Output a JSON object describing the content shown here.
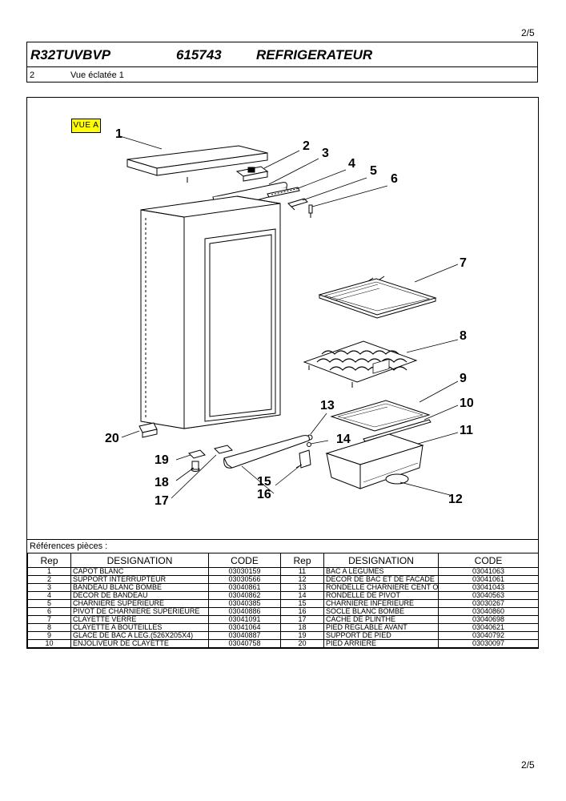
{
  "page": {
    "number_top": "2/5",
    "number_bottom": "2/5"
  },
  "header": {
    "model": "R32TUVBVP",
    "code": "615743",
    "product": "REFRIGERATEUR",
    "section_number": "2",
    "section_title": "Vue éclatée 1"
  },
  "diagram": {
    "view_label": "VUE A",
    "callouts": [
      "1",
      "2",
      "3",
      "4",
      "5",
      "6",
      "7",
      "8",
      "9",
      "10",
      "11",
      "12",
      "13",
      "14",
      "15",
      "16",
      "17",
      "18",
      "19",
      "20"
    ]
  },
  "references": {
    "title": "Références pièces  :",
    "headers": [
      "Rep",
      "DESIGNATION",
      "CODE",
      "Rep",
      "DESIGNATION",
      "CODE"
    ],
    "rows": [
      [
        "1",
        "CAPOT BLANC",
        "03030159",
        "11",
        "BAC A LEGUMES",
        "03041063"
      ],
      [
        "2",
        "SUPPORT INTERRUPTEUR",
        "03030566",
        "12",
        "DECOR DE BAC ET DE FACADE",
        "03041061"
      ],
      [
        "3",
        "BANDEAU BLANC BOMBE",
        "03040861",
        "13",
        "RONDELLE CHARNIERE CENT OU IN",
        "03041043"
      ],
      [
        "4",
        "DECOR DE BANDEAU",
        "03040862",
        "14",
        "RONDELLE DE PIVOT",
        "03040563"
      ],
      [
        "5",
        "CHARNIERE SUPERIEURE",
        "03040385",
        "15",
        "CHARNIERE INFERIEURE",
        "03030267"
      ],
      [
        "6",
        "PIVOT DE CHARNIERE SUPERIEURE",
        "03040886",
        "16",
        "SOCLE BLANC BOMBE",
        "03040860"
      ],
      [
        "7",
        "CLAYETTE VERRE",
        "03041091",
        "17",
        "CACHE DE PLINTHE",
        "03040698"
      ],
      [
        "8",
        "CLAYETTE A BOUTEILLES",
        "03041064",
        "18",
        "PIED REGLABLE AVANT",
        "03040621"
      ],
      [
        "9",
        "GLACE DE BAC A LEG.(526X205X4)",
        "03040887",
        "19",
        "SUPPORT DE PIED",
        "03040792"
      ],
      [
        "10",
        "ENJOLIVEUR DE CLAYETTE",
        "03040758",
        "20",
        "PIED ARRIERE",
        "03030097"
      ]
    ]
  }
}
